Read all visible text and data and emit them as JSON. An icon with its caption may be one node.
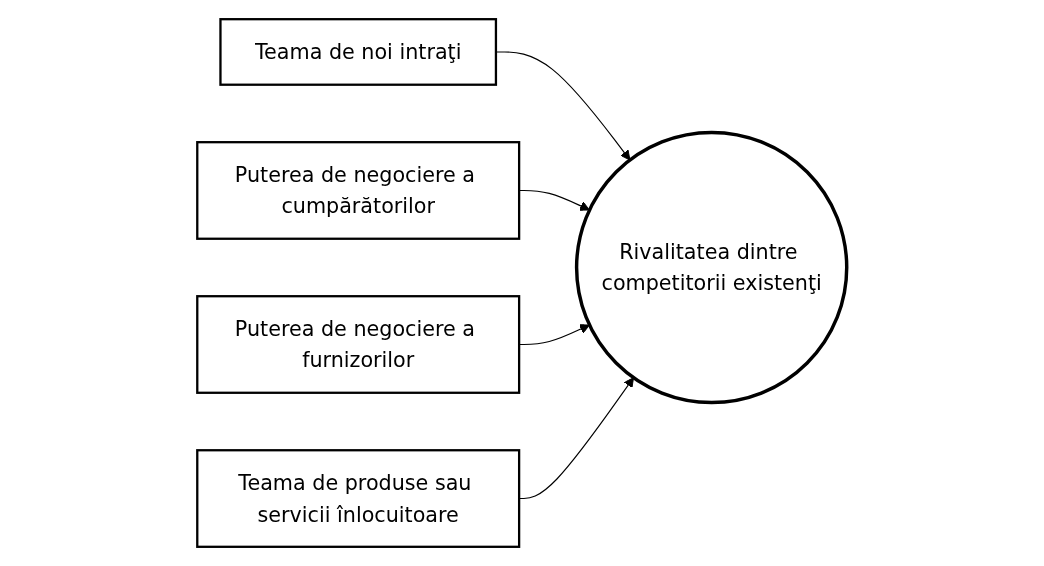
{
  "diagram": {
    "nodes": [
      {
        "text": [
          "Teama de noi intraţi"
        ]
      },
      {
        "text": [
          "Puterea de negociere a cumpărătorilor"
        ]
      },
      {
        "text": [
          "Rivalitatea dintre competitorii existenţi"
        ]
      },
      {
        "text": [
          "Puterea de negociere a furnizorilor"
        ]
      },
      {
        "text": [
          "Teama de produse sau servicii înlocuitoare"
        ]
      }
    ],
    "edges": [
      {
        "from": 0,
        "to": 2,
        "arrow": "to"
      },
      {
        "from": 1,
        "to": 2,
        "arrow": "to"
      },
      {
        "from": 3,
        "to": 2,
        "arrow": "to"
      },
      {
        "from": 4,
        "to": 2,
        "arrow": "to"
      }
    ]
  }
}
